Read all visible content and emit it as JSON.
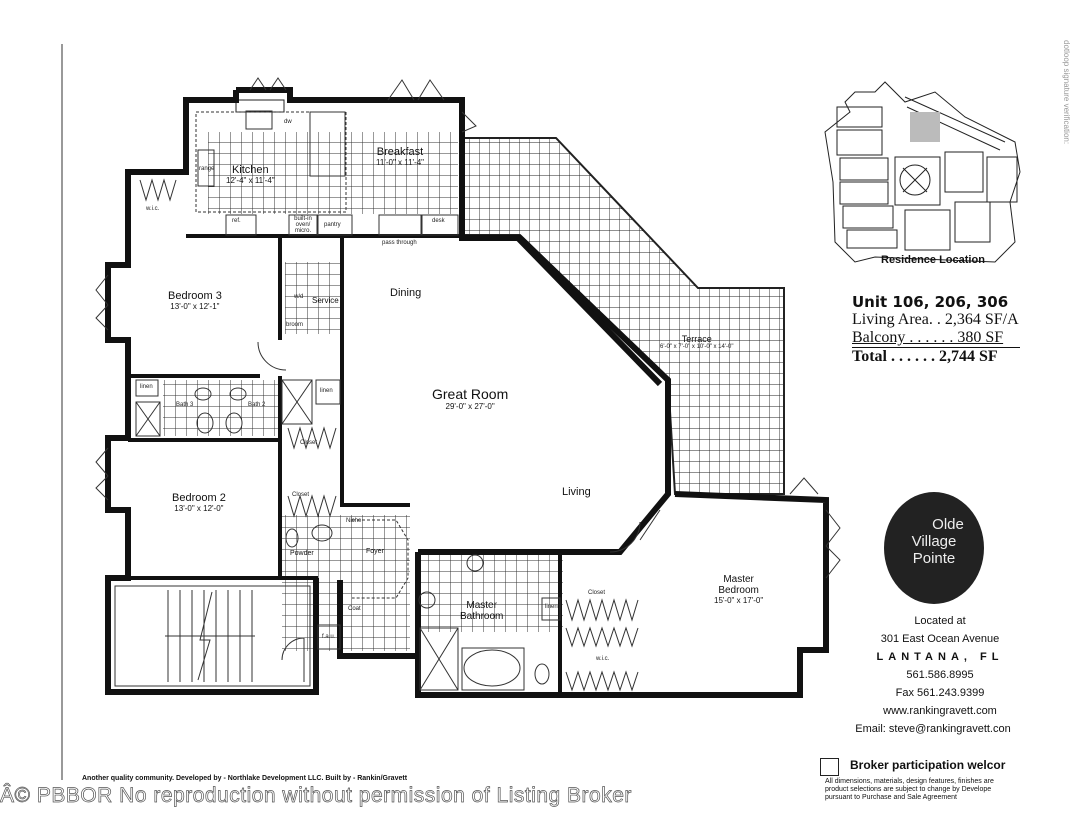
{
  "floorplan": {
    "rooms": {
      "kitchen": {
        "name": "Kitchen",
        "dims": "12'-4\" x 11'-4\""
      },
      "breakfast": {
        "name": "Breakfast",
        "dims": "11'-0\" x 11'-4\""
      },
      "bedroom3": {
        "name": "Bedroom 3",
        "dims": "13'-0\" x 12'-1\""
      },
      "bedroom2": {
        "name": "Bedroom 2",
        "dims": "13'-0\" x 12'-0\""
      },
      "great_room": {
        "name": "Great Room",
        "dims": "29'-0\" x 27'-0\""
      },
      "dining": {
        "name": "Dining"
      },
      "living": {
        "name": "Living"
      },
      "terrace": {
        "name": "Terrace",
        "dims": "6'-0\" x 7'-0\" x 10'-0\" x 14'-0\""
      },
      "master_bedroom": {
        "name": "Master",
        "name2": "Bedroom",
        "dims": "15'-0\" x 17'-0\""
      },
      "master_bathroom": {
        "name": "Master",
        "name2": "Bathroom"
      },
      "service": {
        "name": "Service"
      },
      "foyer": {
        "name": "Foyer"
      },
      "powder": {
        "name": "Powder"
      }
    },
    "fixtures": {
      "range": "range",
      "dw": "dw",
      "ref": "ref.",
      "oven": "built-in oven/ micro.",
      "pantry": "pantry",
      "desk": "desk",
      "pass_through": "pass through",
      "wd": "w/d",
      "broom": "broom",
      "linen": "linen",
      "bath3": "Bath 3",
      "bath2": "Bath 2",
      "closet": "Closet",
      "wic": "w.i.c.",
      "coat": "Coat",
      "fau": "f.a.u.",
      "niche": "Niche"
    }
  },
  "site_plan": {
    "caption": "Residence Location"
  },
  "side_note": "dotloop signature verification:",
  "unit_info": {
    "title": "Unit 106, 206, 306",
    "living_area": "Living Area. . 2,364 SF/A",
    "balcony": "Balcony . . . . . . 380 SF",
    "total": "Total . . . . . . 2,744 SF"
  },
  "logo": {
    "line1": "Olde",
    "line2": "Village",
    "line3": "Pointe"
  },
  "contact": {
    "located_at": "Located at",
    "address": "301 East Ocean Avenue",
    "city": "LANTANA, FL",
    "phone": "561.586.8995",
    "fax": "Fax 561.243.9399",
    "website": "www.rankingravett.com",
    "email": "Email: steve@rankingravett.con"
  },
  "broker": {
    "title": "Broker participation welcor",
    "disclaimer": "All dimensions, materials, design features, finishes are product selections are subject to change by Develope pursuant to Purchase and Sale Agreement"
  },
  "footer": {
    "developer_line": "Another quality community. Developed by - Northlake Development LLC. Built by - Rankin/Gravett",
    "watermark": "Â© PBBOR No reproduction without permission of Listing Broker"
  }
}
